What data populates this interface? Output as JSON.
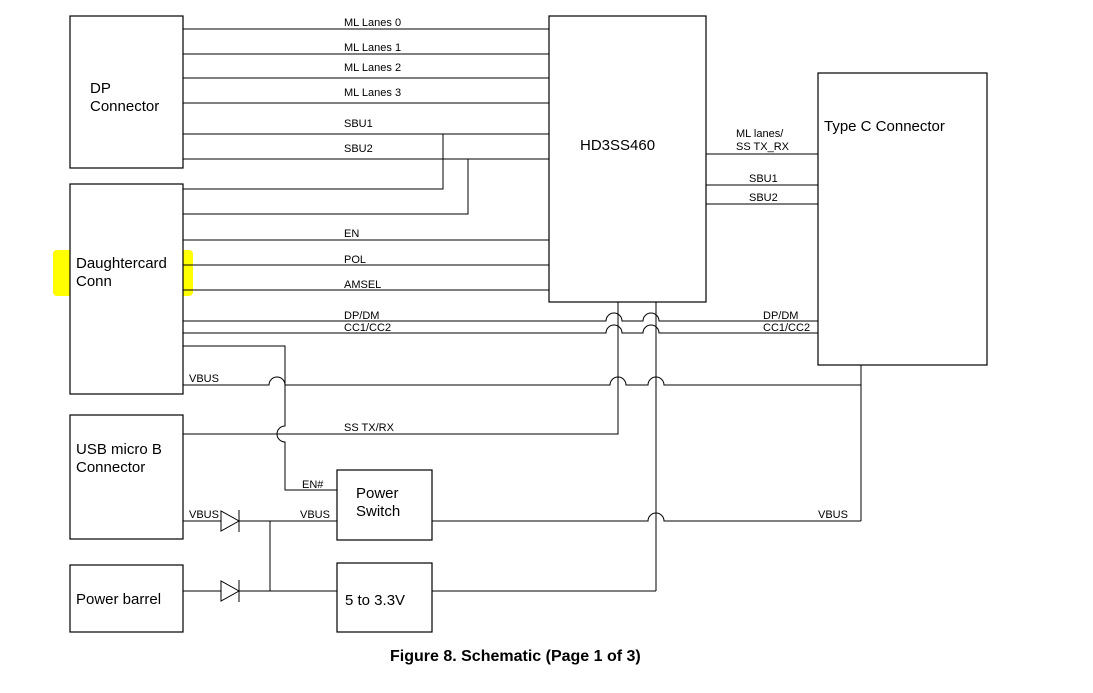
{
  "blocks": {
    "dp_connector": [
      "DP",
      "Connector"
    ],
    "daughtercard": [
      "Daughtercard",
      "Conn"
    ],
    "usb": [
      "USB micro B",
      "Connector"
    ],
    "power_barrel": "Power barrel",
    "hd3ss460": "HD3SS460",
    "typec": "Type C Connector",
    "power_switch": [
      "Power",
      "Switch"
    ],
    "regulator": "5 to 3.3V"
  },
  "signals": {
    "ml0": "ML Lanes 0",
    "ml1": "ML Lanes 1",
    "ml2": "ML Lanes 2",
    "ml3": "ML Lanes 3",
    "sbu1": "SBU1",
    "sbu2": "SBU2",
    "en": "EN",
    "pol": "POL",
    "amsel": "AMSEL",
    "dpdm": "DP/DM",
    "cc": "CC1/CC2",
    "vbus": "VBUS",
    "sstxrx": "SS TX/RX",
    "en_n": "EN#",
    "ml_lanes_c": [
      "ML lanes/",
      "SS TX_RX"
    ],
    "sbu1_c": "SBU1",
    "sbu2_c": "SBU2",
    "dpdm_c": "DP/DM",
    "cc_c": "CC1/CC2",
    "vbus_usb": "VBUS",
    "vbus_ps": "VBUS",
    "vbus_right": "VBUS"
  },
  "caption": "Figure 8. Schematic (Page 1 of 3)",
  "highlight_color": "#ffff00"
}
